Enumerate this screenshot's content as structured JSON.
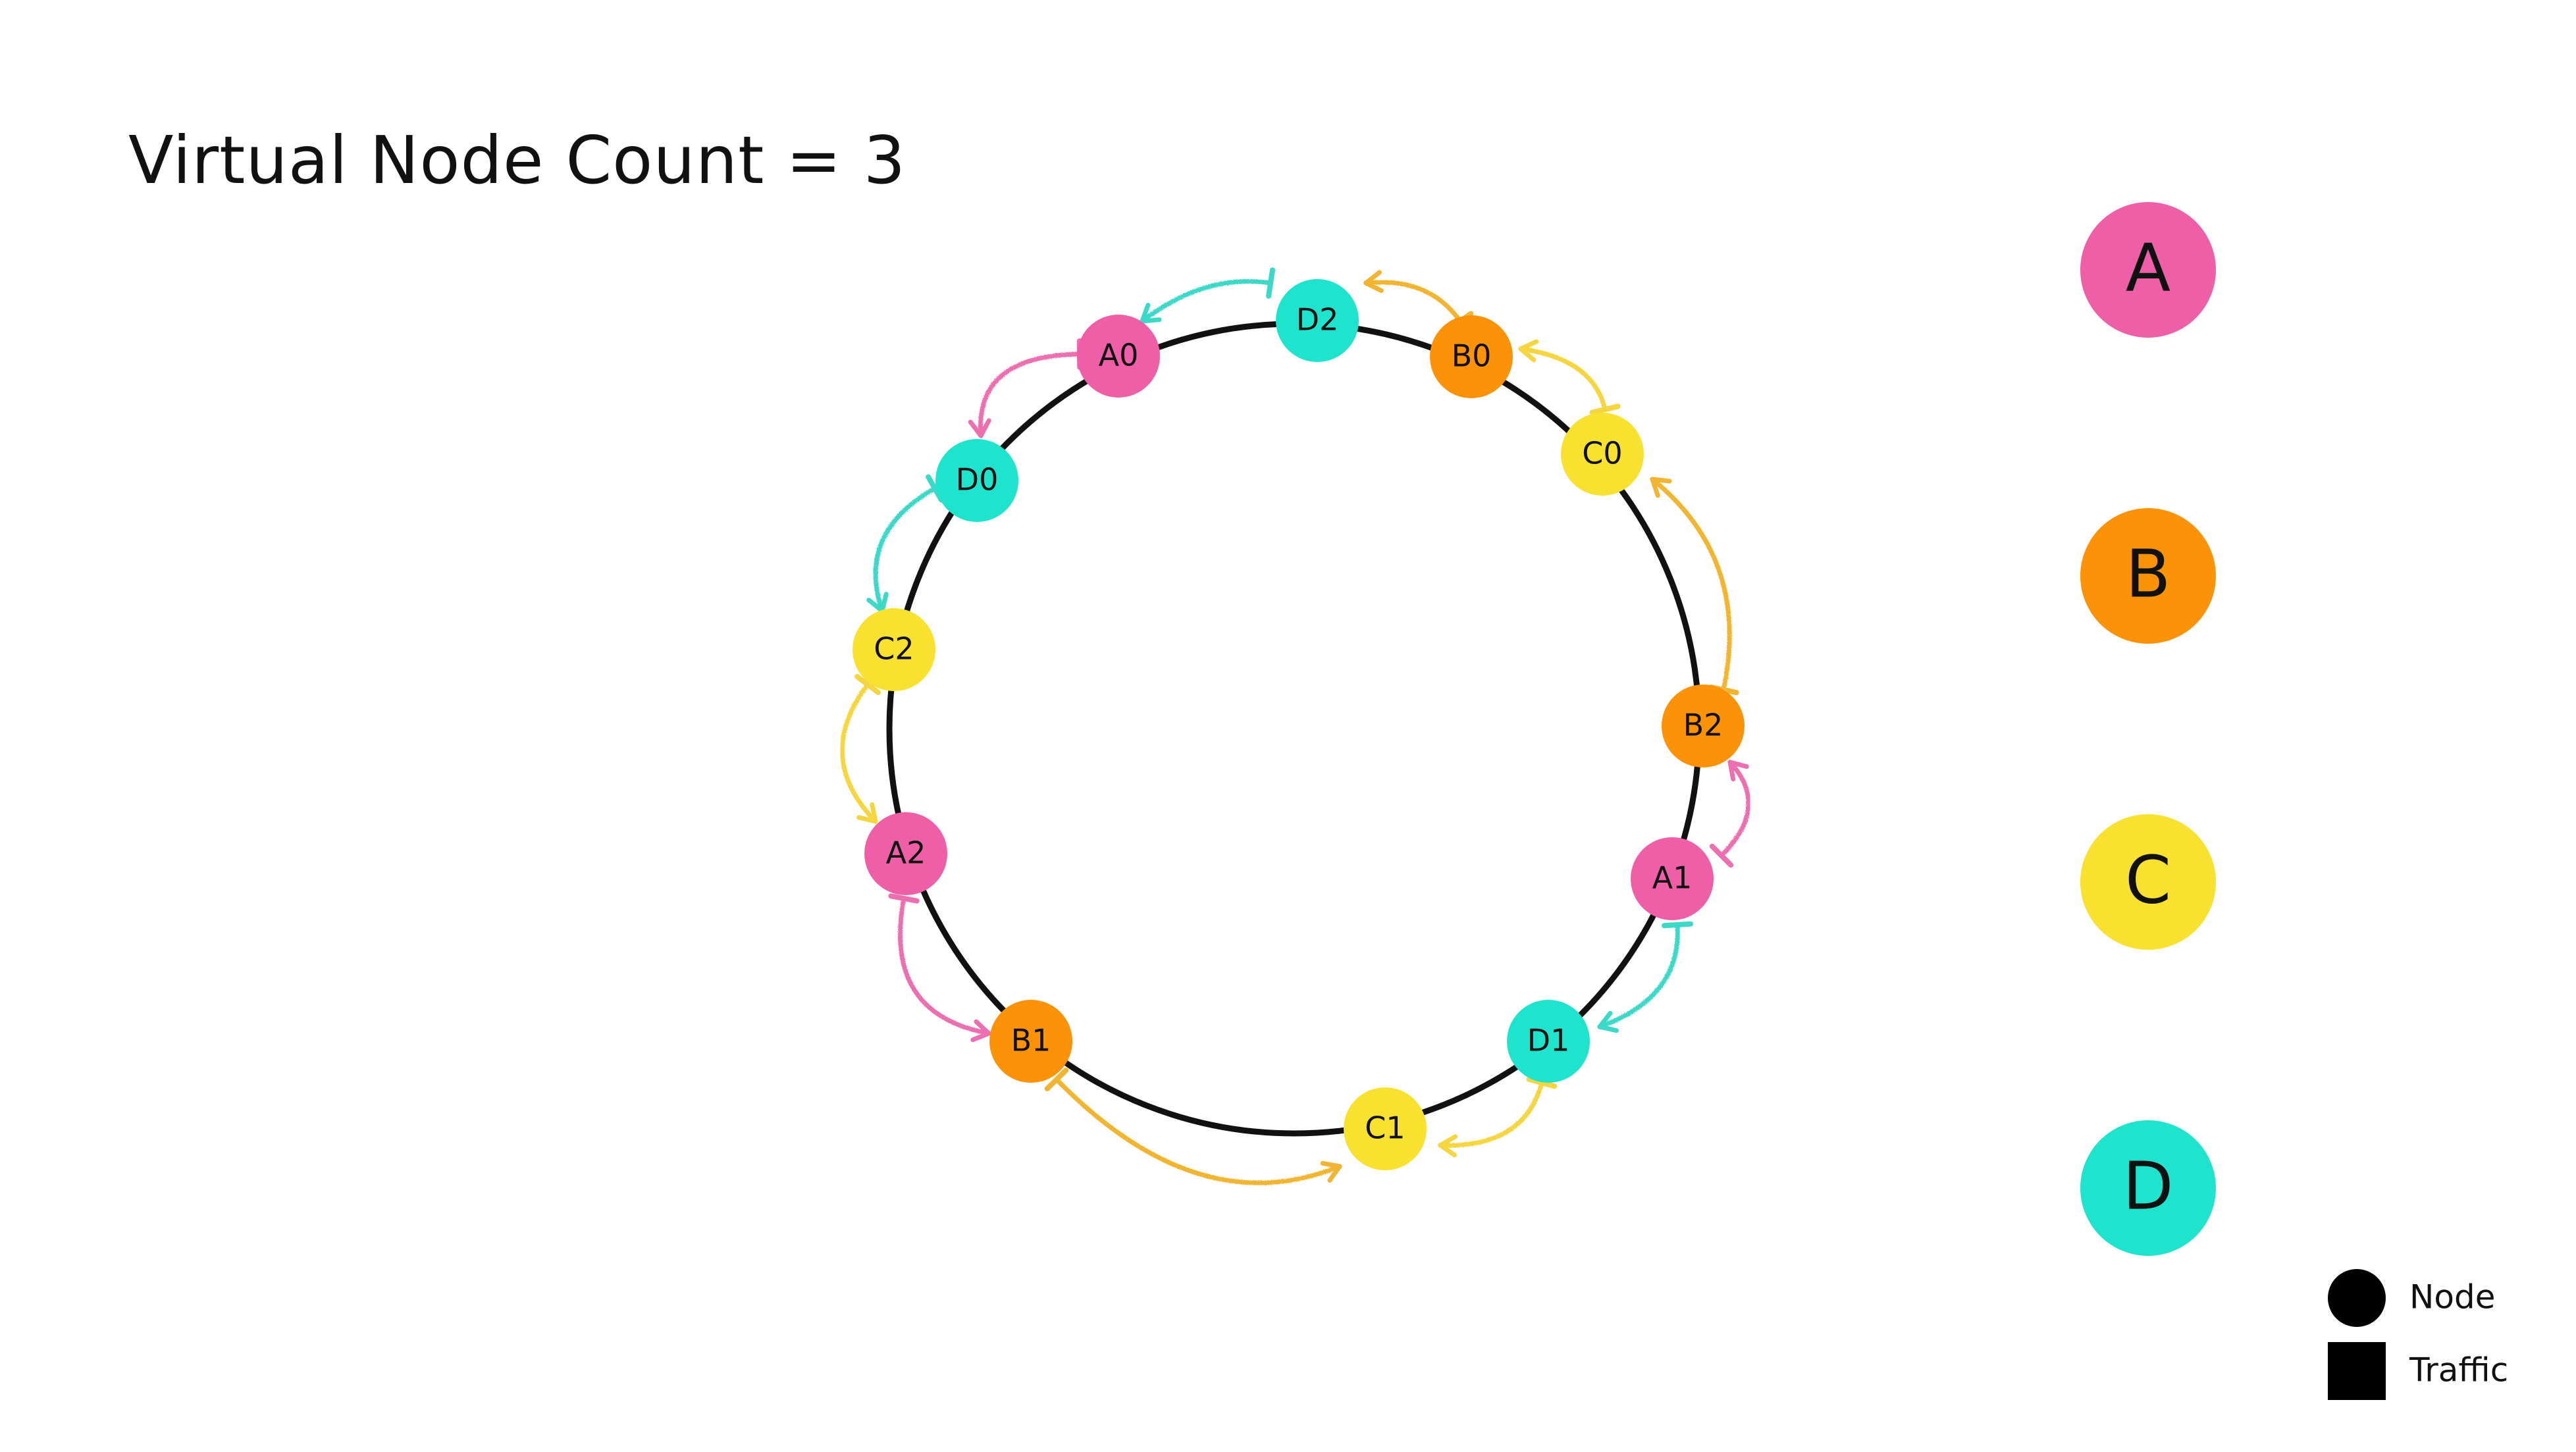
{
  "title": "Virtual Node Count = 3",
  "colors": {
    "A": "#ee5fa7",
    "B": "#fb9207",
    "C": "#f8e12f",
    "D": "#1fe4cd",
    "ring": "#111111",
    "traffic_A": "#ec6fb0",
    "traffic_B": "#f2b533",
    "traffic_C": "#f5d640",
    "traffic_D": "#3dd9c8"
  },
  "ring": {
    "virtual_nodes": [
      {
        "label": "A0",
        "node": "A"
      },
      {
        "label": "D2",
        "node": "D"
      },
      {
        "label": "B0",
        "node": "B"
      },
      {
        "label": "C0",
        "node": "C"
      },
      {
        "label": "B2",
        "node": "B"
      },
      {
        "label": "A1",
        "node": "A"
      },
      {
        "label": "D1",
        "node": "D"
      },
      {
        "label": "C1",
        "node": "C"
      },
      {
        "label": "B1",
        "node": "B"
      },
      {
        "label": "A2",
        "node": "A"
      },
      {
        "label": "C2",
        "node": "C"
      },
      {
        "label": "D0",
        "node": "D"
      }
    ]
  },
  "nodes": [
    {
      "label": "A"
    },
    {
      "label": "B"
    },
    {
      "label": "C"
    },
    {
      "label": "D"
    }
  ],
  "legend": [
    {
      "label": "Node",
      "shape": "circle"
    },
    {
      "label": "Traffic",
      "shape": "square"
    }
  ]
}
